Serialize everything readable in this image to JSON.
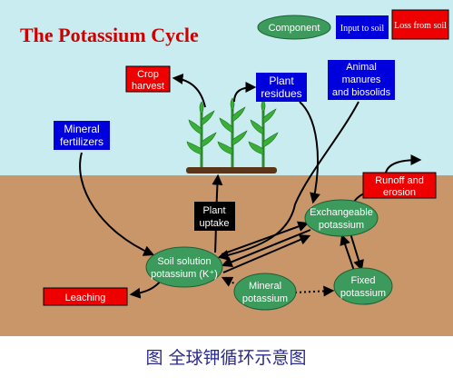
{
  "title": "The Potassium Cycle",
  "legend": {
    "component": "Component",
    "input": "Input to soil",
    "loss": "Loss from soil"
  },
  "nodes": {
    "crop_harvest": [
      "Crop",
      "harvest"
    ],
    "plant_residues": [
      "Plant",
      "residues"
    ],
    "animal_manures": [
      "Animal",
      "manures",
      "and biosolids"
    ],
    "mineral_fertilizers": [
      "Mineral",
      "fertilizers"
    ],
    "runoff_erosion": [
      "Runoff and",
      "erosion"
    ],
    "plant_uptake": [
      "Plant",
      "uptake"
    ],
    "exchangeable_potassium": [
      "Exchangeable",
      "potassium"
    ],
    "soil_solution_potassium": [
      "Soil solution",
      "potassium (K⁺)"
    ],
    "mineral_potassium": [
      "Mineral",
      "potassium"
    ],
    "fixed_potassium": [
      "Fixed",
      "potassium"
    ],
    "leaching": "Leaching"
  },
  "caption": "图  全球钾循环示意图",
  "colors": {
    "sky": "#c8ecef",
    "soil": "#c9966a",
    "component": "#3c9a5c",
    "input": "#0000dd",
    "loss": "#ee0000",
    "title": "#cc0000",
    "caption": "#2a2a8a"
  }
}
